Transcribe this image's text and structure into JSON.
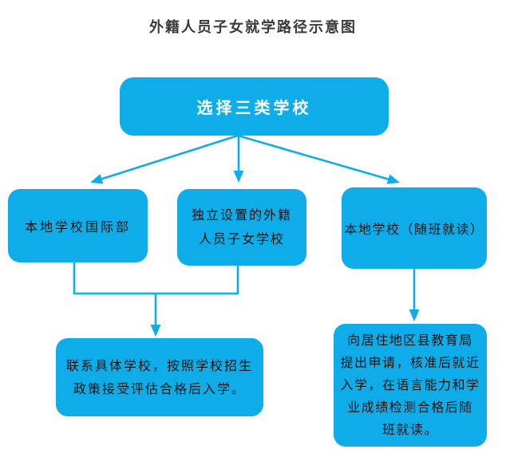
{
  "page": {
    "title": "外籍人员子女就学路径示意图"
  },
  "colors": {
    "accent": "#0EADE9",
    "node_fill": "#0EADE9",
    "connector": "#0EADE9",
    "title_text": "#3A3A3A",
    "node_text_dark": "#121212",
    "node_text_light": "#FFFFFF",
    "background": "#FFFFFF"
  },
  "flowchart": {
    "type": "flowchart",
    "root": {
      "id": "choose-school-type",
      "label": "选择三类学校"
    },
    "branches": [
      {
        "id": "local-school-international-dept",
        "label": "本地学校国际部",
        "lines": [
          "本地学校国际部"
        ]
      },
      {
        "id": "independent-foreign-children-school",
        "label": "独立设置的外籍人员子女学校",
        "lines": [
          "独立设置的外籍",
          "人员子女学校"
        ]
      },
      {
        "id": "local-school-regular-class",
        "label": "本地学校（随班就读）",
        "lines": [
          "本地学校（随班就读）"
        ]
      }
    ],
    "outcomes": [
      {
        "id": "contact-school-enroll",
        "label": "联系具体学校，按照学校招生政策接受评估合格后入学。",
        "lines": [
          "联系具体学校，按照学校招生",
          "政策接受评估合格后入学。"
        ]
      },
      {
        "id": "apply-district-education-bureau",
        "label": "向居住地区县教育局提出申请，核准后就近入学，在语言能力和学业成绩检测合格后随班就读。",
        "lines": [
          "向居住地区县教育局",
          "提出申请，核准后就近",
          "入学，在语言能力和学",
          "业成绩检测合格后随",
          "班就读。"
        ]
      }
    ],
    "edges": [
      {
        "from": "choose-school-type",
        "to": "local-school-international-dept",
        "arrow": true
      },
      {
        "from": "choose-school-type",
        "to": "independent-foreign-children-school",
        "arrow": true
      },
      {
        "from": "choose-school-type",
        "to": "local-school-regular-class",
        "arrow": true
      },
      {
        "from": "local-school-international-dept",
        "to": "contact-school-enroll",
        "arrow": true
      },
      {
        "from": "independent-foreign-children-school",
        "to": "contact-school-enroll",
        "arrow": true
      },
      {
        "from": "local-school-regular-class",
        "to": "apply-district-education-bureau",
        "arrow": true
      }
    ]
  }
}
